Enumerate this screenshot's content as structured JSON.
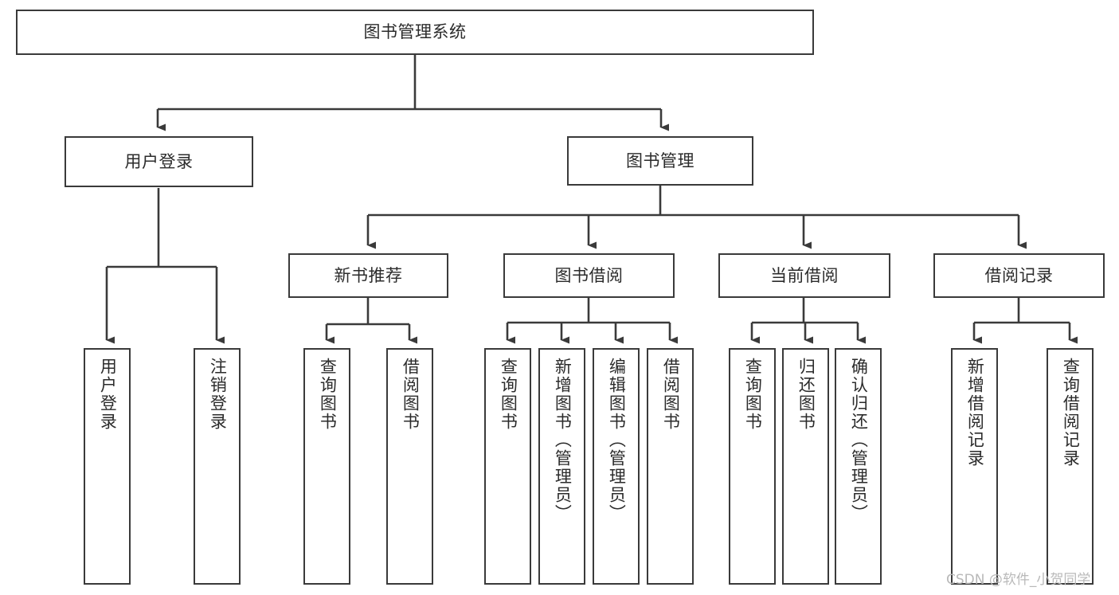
{
  "diagram": {
    "title": "图书管理系统",
    "type": "tree-hierarchy",
    "colors": {
      "background": "#ffffff",
      "box_border": "#3a3a3a",
      "box_fill": "#ffffff",
      "connector": "#3a3a3a",
      "text": "#2b2b2b",
      "watermark": "#b9b9b9"
    },
    "root": {
      "label": "图书管理系统"
    },
    "level2": [
      {
        "label": "用户登录"
      },
      {
        "label": "图书管理"
      }
    ],
    "level3": [
      {
        "label": "新书推荐"
      },
      {
        "label": "图书借阅"
      },
      {
        "label": "当前借阅"
      },
      {
        "label": "借阅记录"
      }
    ],
    "leaves": {
      "user_login": [
        {
          "label": "用户登录"
        },
        {
          "label": "注销登录"
        }
      ],
      "new_book_recommend": [
        {
          "label": "查询图书"
        },
        {
          "label": "借阅图书"
        }
      ],
      "book_borrow": [
        {
          "label": "查询图书"
        },
        {
          "label": "新增图书（管理员）"
        },
        {
          "label": "编辑图书（管理员）"
        },
        {
          "label": "借阅图书"
        }
      ],
      "current_borrow": [
        {
          "label": "查询图书"
        },
        {
          "label": "归还图书"
        },
        {
          "label": "确认归还（管理员）"
        }
      ],
      "borrow_record": [
        {
          "label": "新增借阅记录"
        },
        {
          "label": "查询借阅记录"
        }
      ]
    }
  },
  "watermark": {
    "text": "CSDN @软件_小贺同学"
  }
}
